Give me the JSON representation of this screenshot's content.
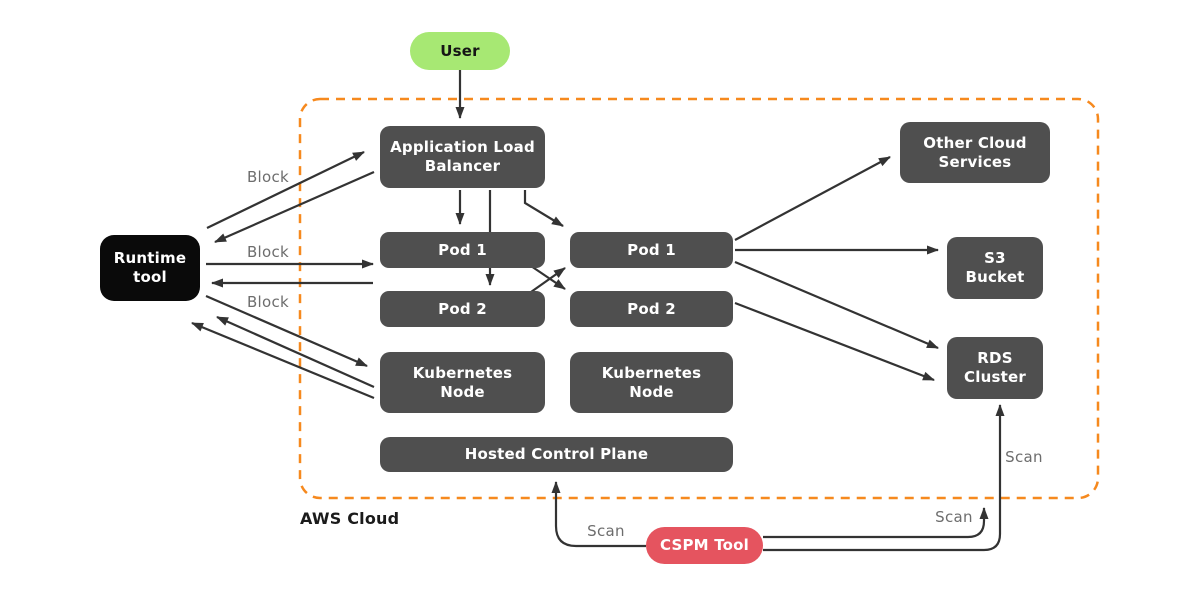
{
  "region": {
    "label": "AWS Cloud"
  },
  "nodes": {
    "user": {
      "label": "User"
    },
    "alb": {
      "label": "Application Load Balancer"
    },
    "pod1_left": {
      "label": "Pod 1"
    },
    "pod2_left": {
      "label": "Pod 2"
    },
    "pod1_right": {
      "label": "Pod 1"
    },
    "pod2_right": {
      "label": "Pod 2"
    },
    "k8s_node_left": {
      "label": "Kubernetes Node"
    },
    "k8s_node_right": {
      "label": "Kubernetes Node"
    },
    "hosted_control_plane": {
      "label": "Hosted Control Plane"
    },
    "other_cloud_services": {
      "label": "Other Cloud Services"
    },
    "s3_bucket": {
      "label": "S3 Bucket"
    },
    "rds_cluster": {
      "label": "RDS Cluster"
    },
    "runtime_tool": {
      "label": "Runtime tool"
    },
    "cspm_tool": {
      "label": "CSPM Tool"
    }
  },
  "edge_labels": {
    "block_alb": "Block",
    "block_pod": "Block",
    "block_node": "Block",
    "scan_control_plane": "Scan",
    "scan_cloud": "Scan",
    "scan_rds": "Scan"
  },
  "colors": {
    "node_gray": "#4F4F4F",
    "runtime_black": "#0A0A0A",
    "user_green": "#A7E873",
    "cspm_red": "#E5545F",
    "border_orange": "#F6891E",
    "arrow": "#333333",
    "edge_label_gray": "#6D6D6D"
  }
}
